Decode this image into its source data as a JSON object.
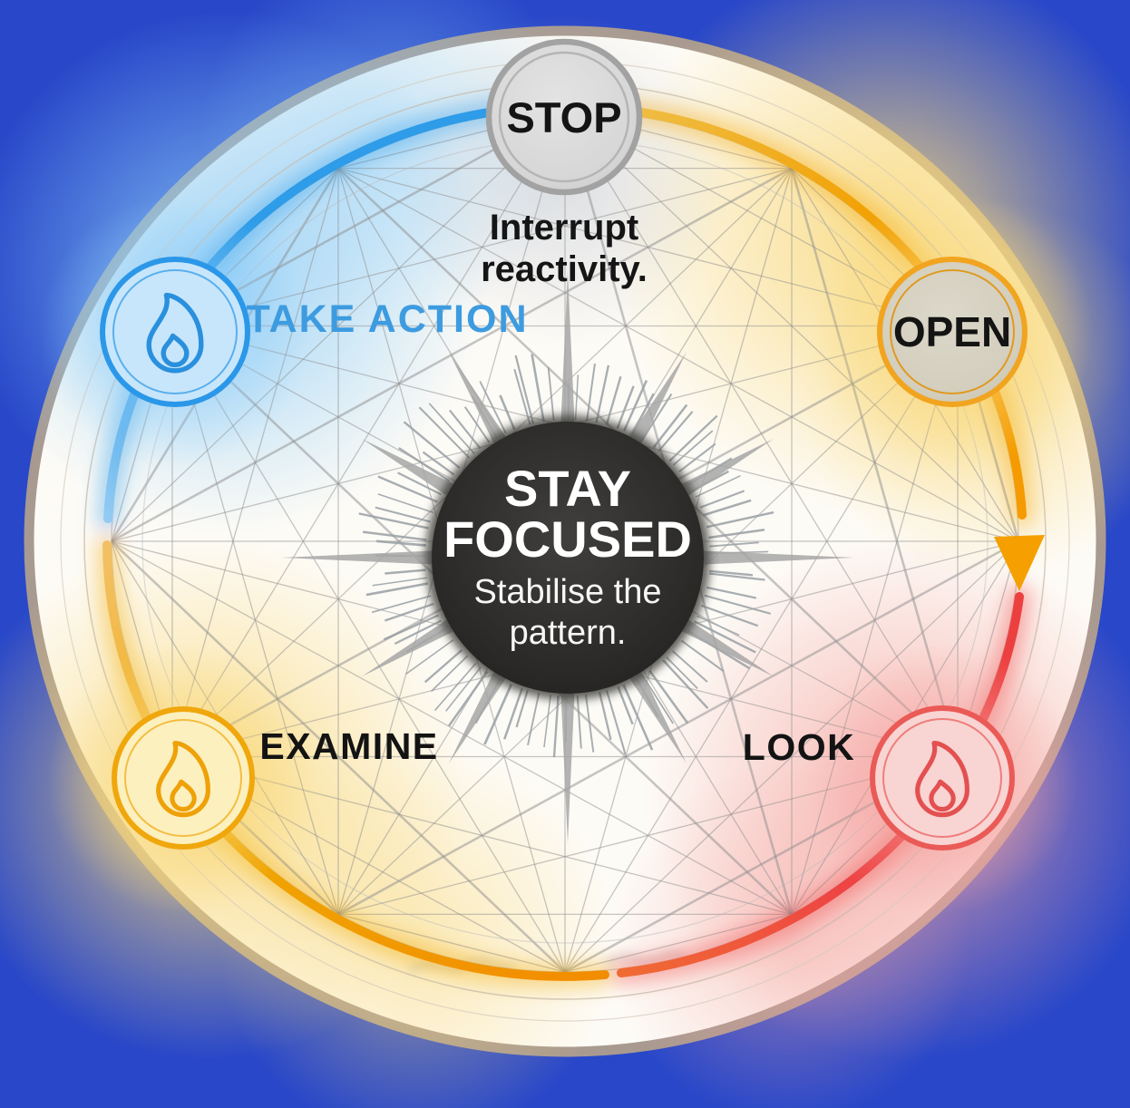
{
  "canvas": {
    "background_color": "#2847c9",
    "outer_ring_color": "#a89a90",
    "inner_fill_color": "#fdfbf6",
    "web_line_color": "#8f8f8f"
  },
  "center": {
    "title_line1": "STAY",
    "title_line2": "FOCUSED",
    "subtitle_line1": "Stabilise the",
    "subtitle_line2": "pattern.",
    "circle_color": "#2b2a28",
    "text_color": "#ffffff"
  },
  "nodes": {
    "stop": {
      "label": "STOP",
      "caption_line1": "Interrupt",
      "caption_line2": "reactivity.",
      "fill": "#d9d9d9",
      "ring_color": "#a2a2a2"
    },
    "open": {
      "label": "OPEN",
      "fill": "#d5d0c0",
      "ring_color": "#f1a41f",
      "glow_color": "#fbd76a"
    },
    "take_action": {
      "label": "TAKE ACTION",
      "label_color": "#3d9be0",
      "icon": "flame-icon",
      "fill": "#c8e6fb",
      "ring_color": "#2b97e8",
      "glow_color": "#9fd4f7"
    },
    "examine": {
      "label": "EXAMINE",
      "icon": "flame-icon",
      "fill": "#fdf0bf",
      "ring_color": "#efa70c",
      "glow_color": "#fbdd72"
    },
    "look": {
      "label": "LOOK",
      "icon": "flame-icon",
      "fill": "#f8d4d3",
      "ring_color": "#ea5a56",
      "glow_color": "#f8a7a4"
    }
  },
  "arcs": {
    "blue_color": "#2e9ce8",
    "gold_color": "#f2a206",
    "yellow_color": "#f0a800",
    "red_color": "#ee4444",
    "arrow": {
      "icon": "arrow-down-icon",
      "color": "#f5a000",
      "direction": "down"
    }
  }
}
